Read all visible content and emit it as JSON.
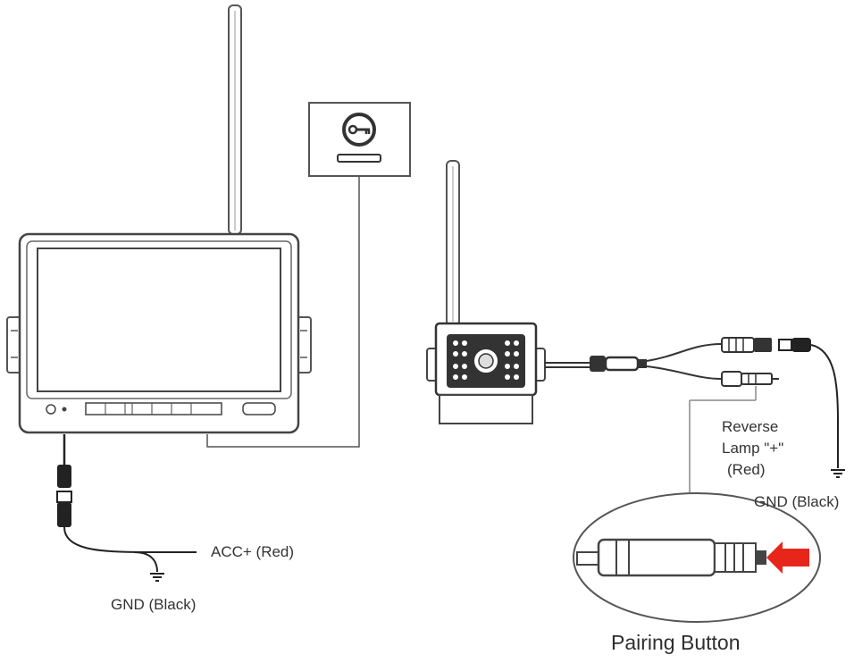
{
  "labels": {
    "acc": "ACC+ (Red)",
    "gnd_monitor": "GND (Black)",
    "reverse_line1": "Reverse",
    "reverse_line2": "Lamp \"+\"",
    "reverse_line3": "(Red)",
    "gnd_camera": "GND (Black)",
    "pairing_button": "Pairing Button"
  },
  "icons": {
    "pair_symbol": "key-icon",
    "highlight_arrow": "red-arrow-icon"
  },
  "colors": {
    "line": "#555555",
    "wire": "#222222",
    "arrow": "#e8251b"
  }
}
